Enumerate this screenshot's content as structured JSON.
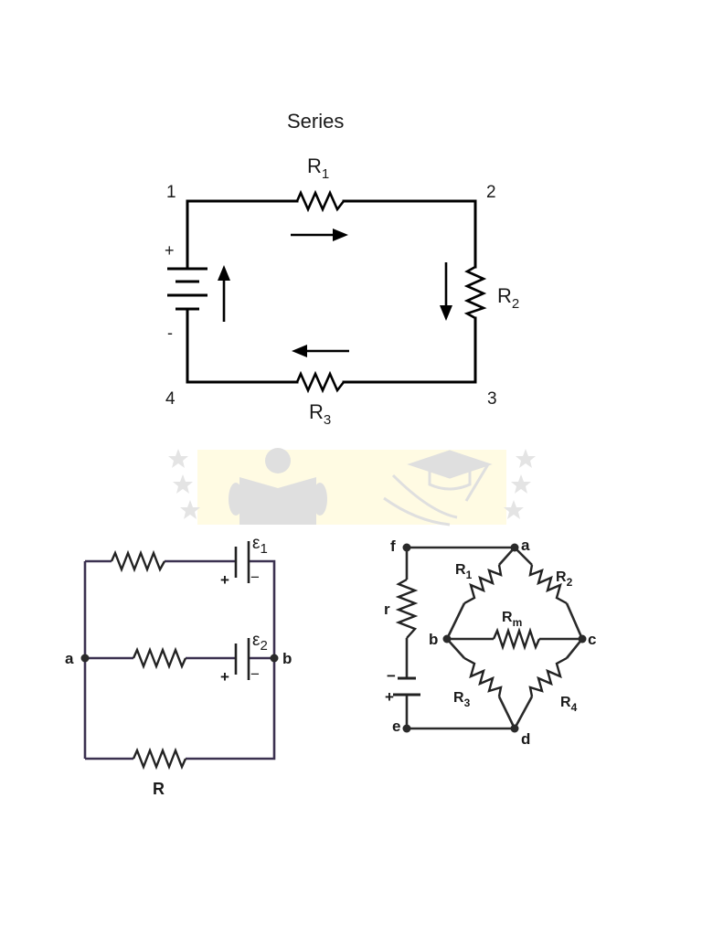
{
  "series_circuit": {
    "title": "Series",
    "nodes": [
      "1",
      "2",
      "3",
      "4"
    ],
    "resistors": [
      {
        "base": "R",
        "sub": "1"
      },
      {
        "base": "R",
        "sub": "2"
      },
      {
        "base": "R",
        "sub": "3"
      }
    ],
    "battery": {
      "plus": "+",
      "minus": "-"
    }
  },
  "parallel_emf_circuit": {
    "node_a": "a",
    "node_b": "b",
    "emf1": {
      "base": "ε",
      "sub": "1"
    },
    "emf2": {
      "base": "ε",
      "sub": "2"
    },
    "plus": "+",
    "minus": "−",
    "load": "R"
  },
  "bridge_circuit": {
    "nodes": [
      "f",
      "a",
      "b",
      "c",
      "e",
      "d"
    ],
    "internal_resistance": "r",
    "resistors": [
      {
        "base": "R",
        "sub": "1"
      },
      {
        "base": "R",
        "sub": "2"
      },
      {
        "base": "R",
        "sub": "m"
      },
      {
        "base": "R",
        "sub": "3"
      },
      {
        "base": "R",
        "sub": "4"
      }
    ],
    "battery": {
      "minus": "−",
      "plus": "+"
    }
  },
  "colors": {
    "wire": "#000000",
    "watermark_yellow": "#fffbe0",
    "watermark_grey": "#e2e2e2"
  }
}
